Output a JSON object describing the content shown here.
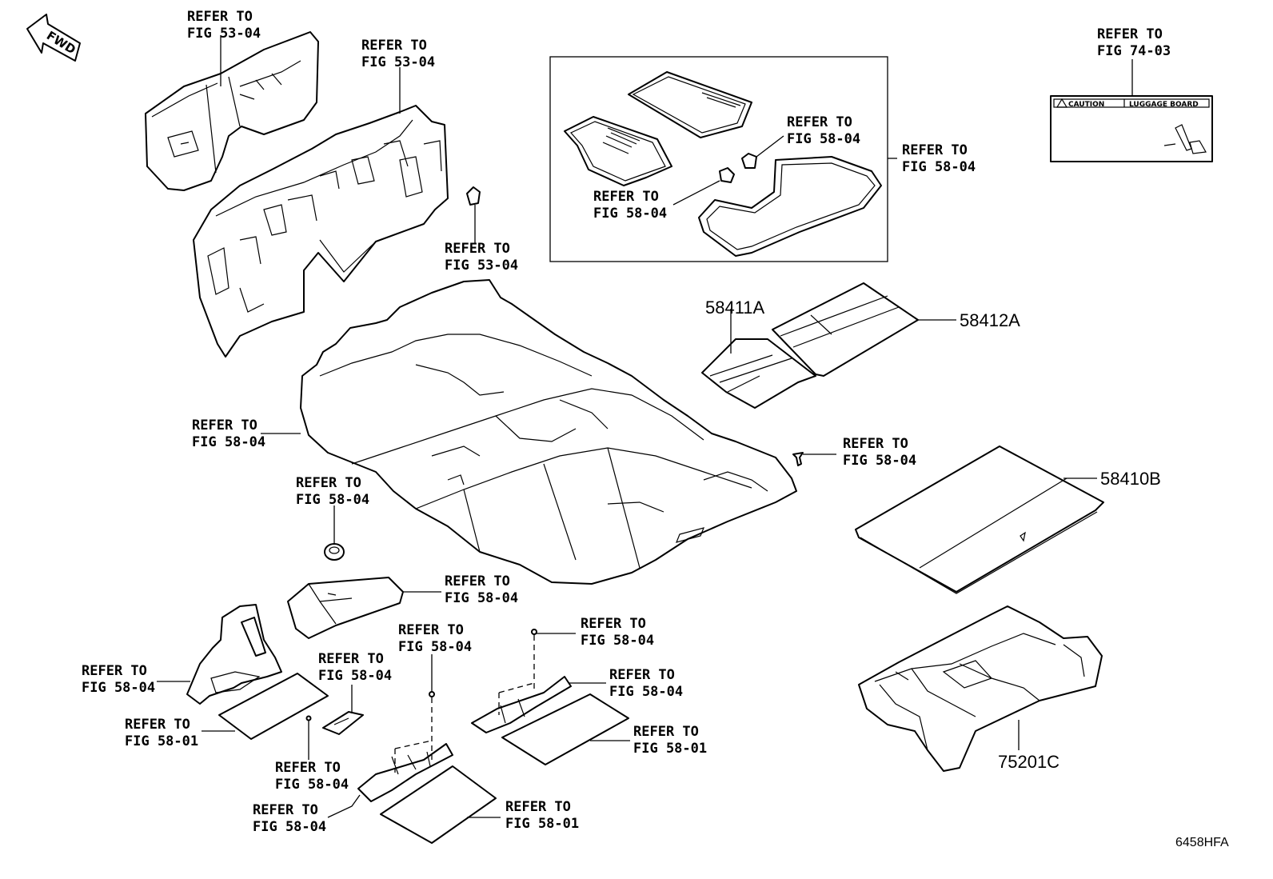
{
  "fwd_arrow": {
    "text": "FWD"
  },
  "refer_labels": [
    {
      "id": "ref-dash-upper-left",
      "line1": "REFER TO",
      "line2": "FIG 53-04"
    },
    {
      "id": "ref-dash-upper-center",
      "line1": "REFER TO",
      "line2": "FIG 53-04"
    },
    {
      "id": "ref-plug-dash",
      "line1": "REFER TO",
      "line2": "FIG 53-04"
    },
    {
      "id": "ref-mat-clip-right",
      "line1": "REFER TO",
      "line2": "FIG 58-04"
    },
    {
      "id": "ref-mat-set",
      "line1": "REFER TO",
      "line2": "FIG 58-04"
    },
    {
      "id": "ref-mat-clip-left",
      "line1": "REFER TO",
      "line2": "FIG 58-04"
    },
    {
      "id": "ref-caution-label",
      "line1": "REFER TO",
      "line2": "FIG 74-03"
    },
    {
      "id": "ref-floor-carpet",
      "line1": "REFER TO",
      "line2": "FIG 58-04"
    },
    {
      "id": "ref-carpet-clip",
      "line1": "REFER TO",
      "line2": "FIG 58-04"
    },
    {
      "id": "ref-floor-plug",
      "line1": "REFER TO",
      "line2": "FIG 58-04"
    },
    {
      "id": "ref-pad-center",
      "line1": "REFER TO",
      "line2": "FIG 58-04"
    },
    {
      "id": "ref-front-pad",
      "line1": "REFER TO",
      "line2": "FIG 58-04"
    },
    {
      "id": "ref-front-silencer",
      "line1": "REFER TO",
      "line2": "FIG 58-01"
    },
    {
      "id": "ref-bracket",
      "line1": "REFER TO",
      "line2": "FIG 58-04"
    },
    {
      "id": "ref-pin-center",
      "line1": "REFER TO",
      "line2": "FIG 58-04"
    },
    {
      "id": "ref-pin-right",
      "line1": "REFER TO",
      "line2": "FIG 58-04"
    },
    {
      "id": "ref-rear-pad-right",
      "line1": "REFER TO",
      "line2": "FIG 58-04"
    },
    {
      "id": "ref-rear-silencer-right",
      "line1": "REFER TO",
      "line2": "FIG 58-01"
    },
    {
      "id": "ref-pin-lower",
      "line1": "REFER TO",
      "line2": "FIG 58-04"
    },
    {
      "id": "ref-rear-pad-left",
      "line1": "REFER TO",
      "line2": "FIG 58-04"
    },
    {
      "id": "ref-rear-silencer-left",
      "line1": "REFER TO",
      "line2": "FIG 58-01"
    }
  ],
  "part_numbers": {
    "luggage_mat_left": "58411A",
    "luggage_mat_right": "58412A",
    "luggage_board": "58410B",
    "luggage_tray": "75201C"
  },
  "caution_label": {
    "left": "CAUTION",
    "right": "LUGGAGE BOARD"
  },
  "diagram_code": "6458HFA"
}
